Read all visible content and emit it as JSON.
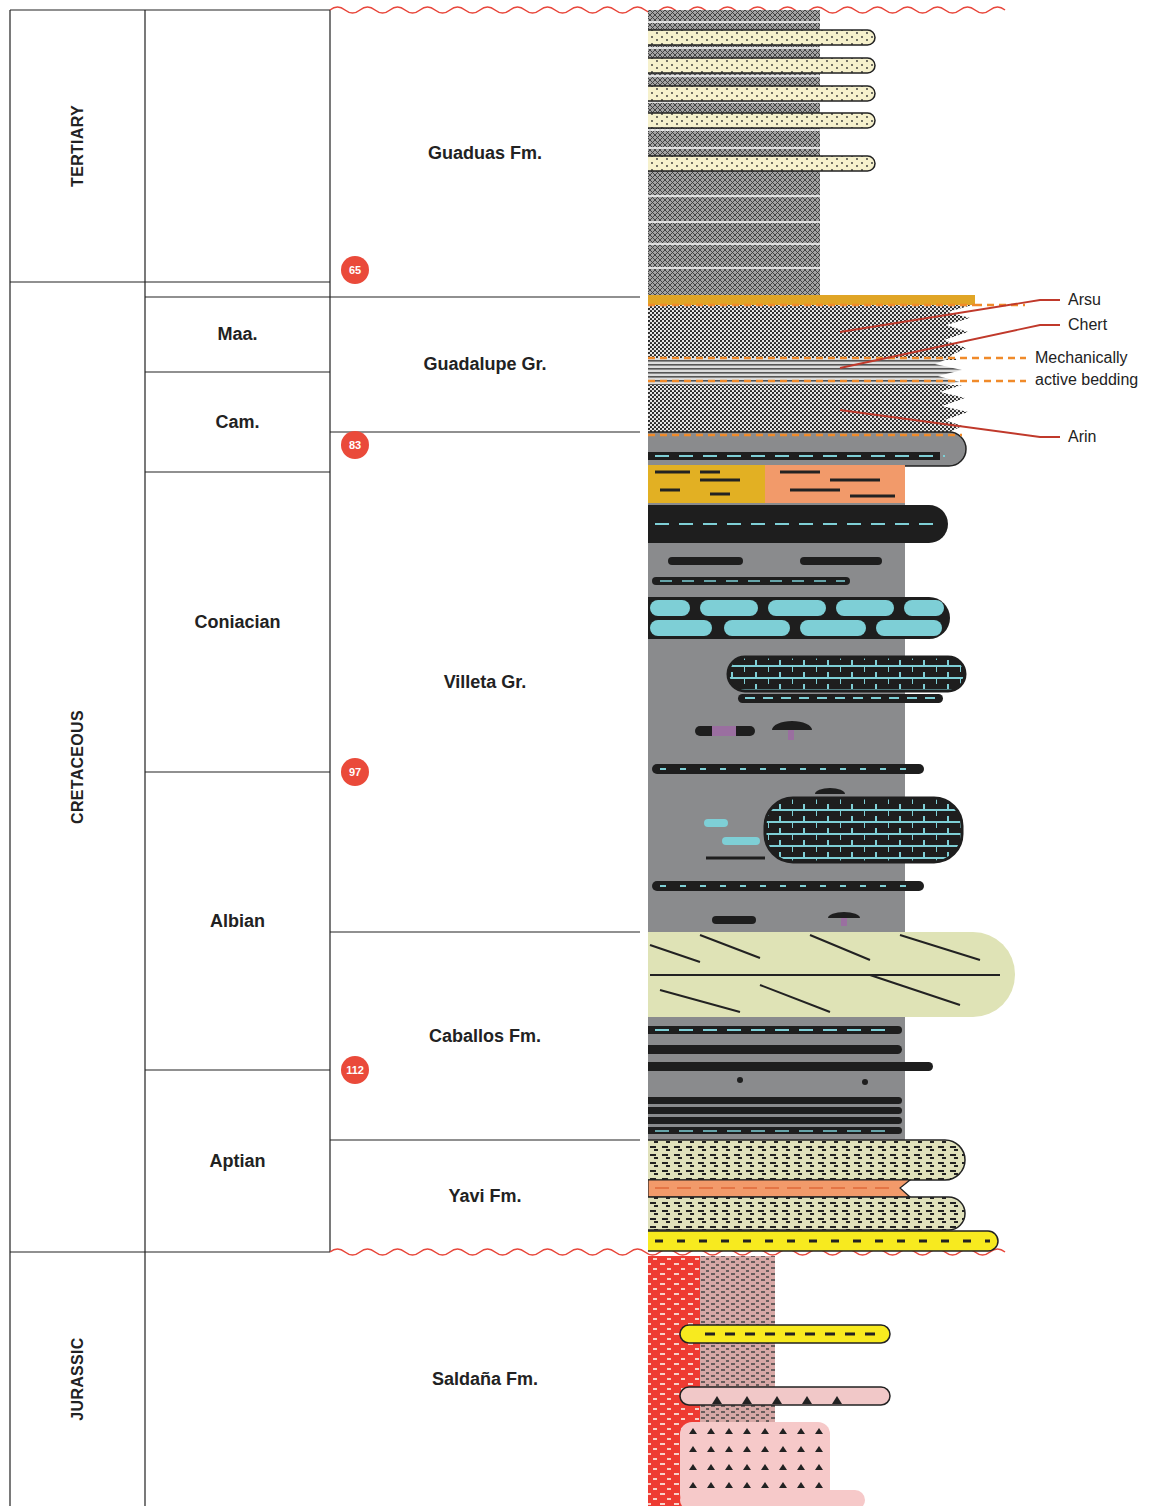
{
  "diagram": {
    "nodes": [
      {
        "text": [
          "TERTIARY"
        ]
      },
      {
        "text": [
          "Guaduas Fm."
        ]
      },
      {
        "text": [
          "65"
        ]
      },
      {
        "text": [
          "CRETACEOUS"
        ]
      },
      {
        "text": [
          "Maa."
        ]
      },
      {
        "text": [
          "Guadalupe Gr."
        ]
      },
      {
        "text": [
          "Cam."
        ]
      },
      {
        "text": [
          "83"
        ]
      },
      {
        "text": [
          "Coniacian"
        ]
      },
      {
        "text": [
          "Villeta Gr."
        ]
      },
      {
        "text": [
          "97"
        ]
      },
      {
        "text": [
          "Albian"
        ]
      },
      {
        "text": [
          "Caballos Fm."
        ]
      },
      {
        "text": [
          "112"
        ]
      },
      {
        "text": [
          "Aptian"
        ]
      },
      {
        "text": [
          "Yavi Fm."
        ]
      },
      {
        "text": [
          "JURASSIC"
        ]
      },
      {
        "text": [
          "Saldaña Fm."
        ]
      }
    ],
    "labels": [
      "Arsu",
      "Chert",
      "Mechanically active bedding",
      "Arin"
    ]
  }
}
